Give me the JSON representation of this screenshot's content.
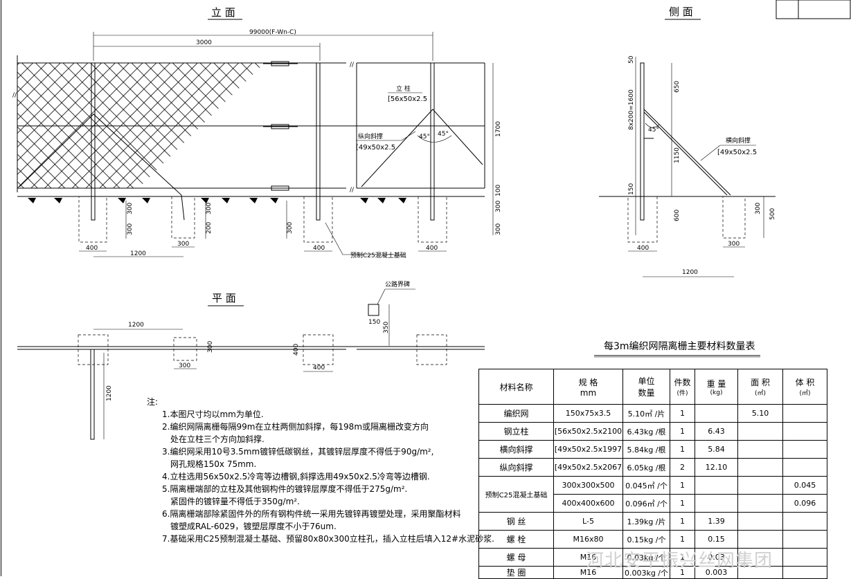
{
  "views": {
    "elevation": "立 面",
    "side": "侧 面",
    "plan": "平 面"
  },
  "elevation": {
    "dim_total": "99000(F-Wn-C)",
    "dim_3000": "3000",
    "post_label": "立 柱",
    "post_spec": "[56x50x2.5",
    "brace_label": "纵向斜撑",
    "brace_spec": "[49x50x2.5",
    "angle_a": "45°",
    "angle_b": "45°",
    "dim_1700": "1700",
    "dim_100": "100",
    "dim_300a": "300",
    "dim_300b": "300",
    "dim_300c": "300",
    "dim_300d": "300",
    "dim_200": "200",
    "dim_300e": "300",
    "dim_300f": "300",
    "dim_400a": "400",
    "dim_300g": "300",
    "dim_400b": "400",
    "dim_400c": "400",
    "dim_1200": "1200",
    "foundation_label": "预制C25混凝土基础"
  },
  "side": {
    "dim_50": "50",
    "dim_8x200": "8x200=1600",
    "dim_650": "650",
    "dim_1150": "1150",
    "dim_150": "150",
    "dim_600": "600",
    "dim_300": "300",
    "dim_500": "500",
    "dim_400": "400",
    "dim_300b": "300",
    "dim_1200": "1200",
    "angle": "45°",
    "brace_label": "横向斜撑",
    "brace_spec": "[49x50x2.5"
  },
  "plan": {
    "dim_1200": "1200",
    "dim_300": "300",
    "dim_300v": "300",
    "dim_400v": "400",
    "dim_400": "400",
    "dim_1200v": "1200",
    "dim_150": "150",
    "dim_350": "350",
    "marker_label": "公路界碑"
  },
  "notes": {
    "heading": "注:",
    "lines": [
      "1.本图尺寸均以mm为单位.",
      "2.编织网隔离栅每隔99m在立柱两侧加斜撑，每198m或隔离栅改变方向",
      "处在立柱三个方向加斜撑.",
      "3.编织网采用10号3.5mm镀锌低碳钢丝，其镀锌层厚度不得低于90g/m²,",
      "网孔规格150x 75mm.",
      "4.立柱选用56x50x2.5冷弯等边槽钢,斜撑选用49x50x2.5冷弯等边槽钢.",
      "5.隔离栅端部的立柱及其他钢构件的镀锌层厚度不得低于275g/m².",
      "紧固件的镀锌量不得低于350g/m².",
      "6.隔离栅端部除紧固件外的所有钢构件统一采用先镀锌再镀塑处理，采用聚酯材料",
      "镀塑成RAL-6029，镀塑层厚度不小于76um.",
      "7.基础采用C25预制混凝土基础、预留80x80x300立柱孔，插入立柱后填入12#水泥砂浆."
    ]
  },
  "table": {
    "title": "每3m编织网隔离栅主要材料数量表",
    "headers": {
      "name": "材料名称",
      "spec": "规 格",
      "spec_unit": "mm",
      "unit_qty": "单位",
      "unit_qty2": "数量",
      "count": "件数",
      "count_unit": "(件)",
      "weight": "重 量",
      "weight_unit": "(kg)",
      "area": "面 积",
      "area_unit": "(㎡)",
      "volume": "体 积",
      "volume_unit": "(㎥)"
    },
    "foundation_name": "预制C25混凝土基础",
    "rows": [
      {
        "name": "编织网",
        "spec": "150x75x3.5",
        "unit": "5.10㎡ /片",
        "count": "1",
        "weight": "",
        "area": "5.10",
        "volume": ""
      },
      {
        "name": "钢立柱",
        "spec": "[56x50x2.5x2100",
        "unit": "6.43kg /根",
        "count": "1",
        "weight": "6.43",
        "area": "",
        "volume": ""
      },
      {
        "name": "横向斜撑",
        "spec": "[49x50x2.5x1997",
        "unit": "5.84kg /根",
        "count": "1",
        "weight": "5.84",
        "area": "",
        "volume": ""
      },
      {
        "name": "纵向斜撑",
        "spec": "[49x50x2.5x2067",
        "unit": "6.05kg /根",
        "count": "2",
        "weight": "12.10",
        "area": "",
        "volume": ""
      },
      {
        "name": "",
        "spec": "300x300x500",
        "unit": "0.045㎥ /个",
        "count": "1",
        "weight": "",
        "area": "",
        "volume": "0.045"
      },
      {
        "name": "",
        "spec": "400x400x600",
        "unit": "0.096㎥ /个",
        "count": "1",
        "weight": "",
        "area": "",
        "volume": "0.096"
      },
      {
        "name": "钢 丝",
        "spec": "L-5",
        "unit": "1.39kg /片",
        "count": "1",
        "weight": "1.39",
        "area": "",
        "volume": ""
      },
      {
        "name": "螺 栓",
        "spec": "M16x80",
        "unit": "0.15kg /个",
        "count": "1",
        "weight": "0.15",
        "area": "",
        "volume": ""
      },
      {
        "name": "螺 母",
        "spec": "M16",
        "unit": "0.03kg /个",
        "count": "1",
        "weight": "0.03",
        "area": "",
        "volume": ""
      },
      {
        "name": "垫 圈",
        "spec": "M16",
        "unit": "0.003kg /个",
        "count": "1",
        "weight": "0.003",
        "area": "",
        "volume": ""
      }
    ]
  },
  "watermark": "河北安平振兴丝网集团"
}
